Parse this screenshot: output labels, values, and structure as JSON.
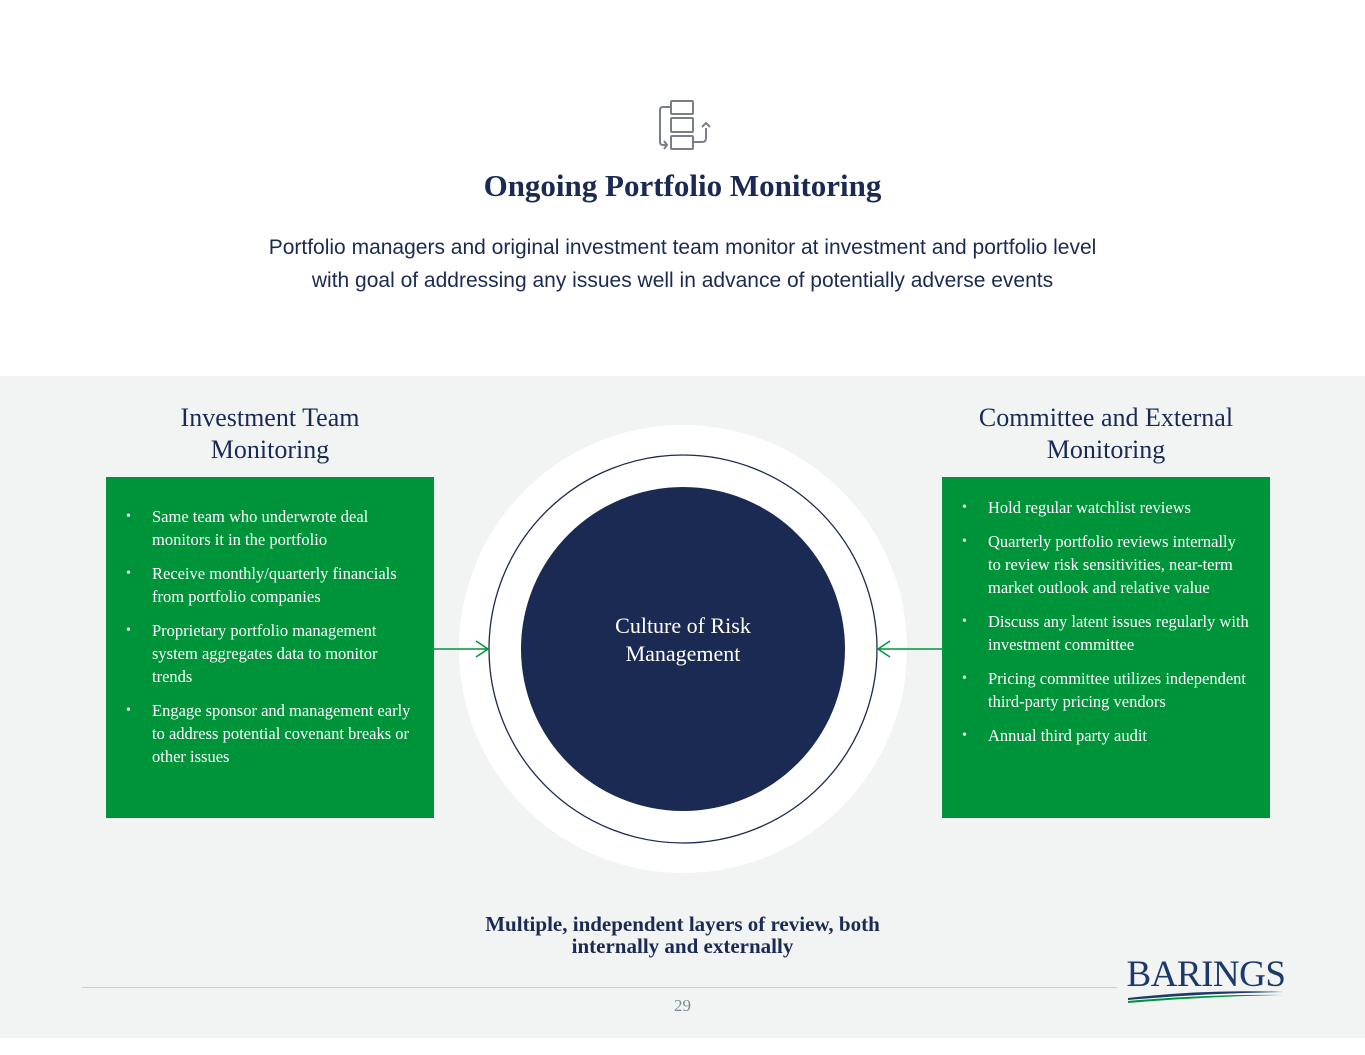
{
  "header": {
    "icon": "portfolio-workflow-icon",
    "title": "Ongoing Portfolio Monitoring",
    "subtitle_line1": "Portfolio managers and original investment team monitor at investment and portfolio level",
    "subtitle_line2": "with goal of addressing any issues well in advance of potentially adverse events"
  },
  "left_column": {
    "heading_line1": "Investment Team",
    "heading_line2": "Monitoring",
    "bullets": [
      "Same team who underwrote deal monitors it in the portfolio",
      "Receive monthly/quarterly financials from portfolio companies",
      "Proprietary portfolio management system aggregates data to monitor trends",
      "Engage sponsor and management early to address potential covenant breaks or other issues"
    ]
  },
  "right_column": {
    "heading_line1": "Committee and External",
    "heading_line2": "Monitoring",
    "bullets": [
      "Hold regular watchlist reviews",
      "Quarterly portfolio reviews internally to review risk sensitivities, near-term market outlook and relative value",
      "Discuss any latent issues regularly with investment committee",
      "Pricing committee utilizes independent third-party pricing vendors",
      "Annual third party audit"
    ]
  },
  "center": {
    "label_line1": "Culture of Risk",
    "label_line2": "Management"
  },
  "tagline": {
    "line1": "Multiple, independent layers of review, both",
    "line2": "internally and externally"
  },
  "footer": {
    "page_number": "29",
    "logo_text": "BARINGS"
  },
  "colors": {
    "navy": "#1b2a52",
    "green": "#00943a",
    "band": "#f2f4f3"
  }
}
